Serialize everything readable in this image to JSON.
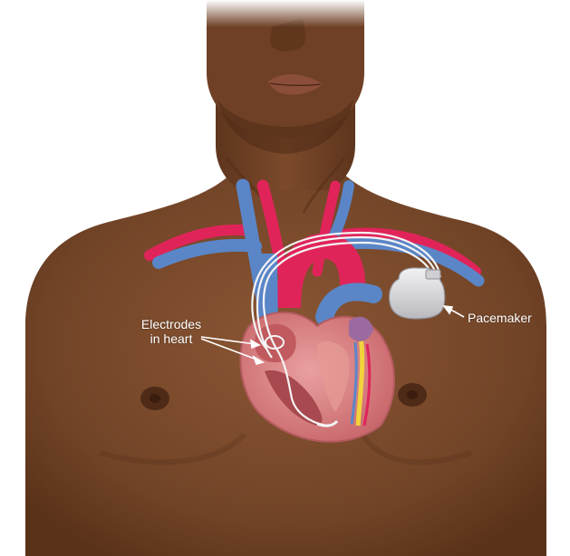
{
  "labels": {
    "electrodes_line1": "Electrodes",
    "electrodes_line2": "in heart",
    "pacemaker": "Pacemaker"
  },
  "colors": {
    "skin": "#7a4a2c",
    "skin_dark": "#5e3620",
    "artery": "#e0245a",
    "vein": "#5a86c8",
    "heart_muscle": "#d97d7e",
    "pacemaker": "#d9d9db",
    "label_text": "#ffffff"
  }
}
